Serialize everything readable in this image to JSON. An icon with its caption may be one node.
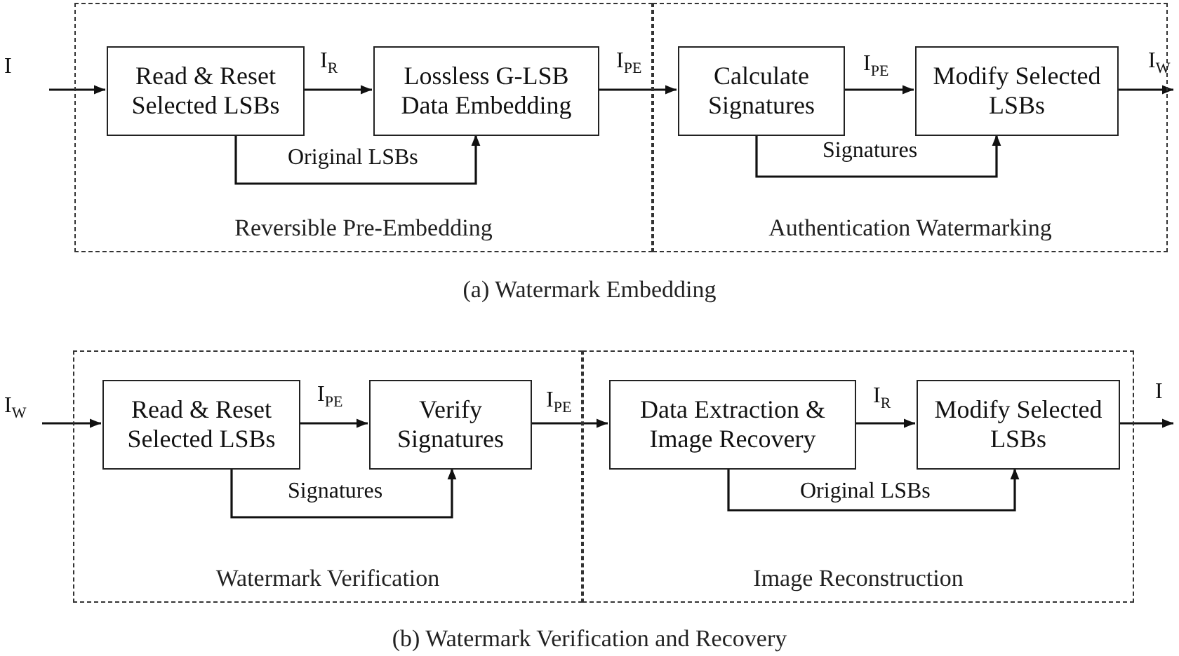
{
  "diagram": {
    "nodes": [
      {
        "text": [
          "Reversible Pre-Embedding"
        ]
      },
      {
        "text": [
          "Read & Reset Selected LSBs"
        ],
        "in": 0
      },
      {
        "text": [
          "Lossless G-LSB Data Embedding"
        ],
        "in": 0
      },
      {
        "text": [
          "Authentication Watermarking"
        ]
      },
      {
        "text": [
          "Calculate Signatures"
        ],
        "in": 3
      },
      {
        "text": [
          "Modify Selected LSBs"
        ],
        "in": 3
      },
      {
        "text": [
          "Watermark Verification"
        ]
      },
      {
        "text": [
          "Read & Reset Selected LSBs"
        ],
        "in": 6
      },
      {
        "text": [
          "Verify Signatures"
        ],
        "in": 6
      },
      {
        "text": [
          "Image Reconstruction"
        ]
      },
      {
        "text": [
          "Data Extraction & Image Recovery"
        ],
        "in": 9
      },
      {
        "text": [
          "Modify Selected LSBs"
        ],
        "in": 9
      }
    ],
    "edges": [
      {
        "from": null,
        "to": 1,
        "arrow": "to",
        "label": "I"
      },
      {
        "from": 1,
        "to": 2,
        "arrow": "to",
        "label": "I$_{R}$"
      },
      {
        "from": 2,
        "to": 4,
        "arrow": "to",
        "label": "I$_{PE}$"
      },
      {
        "from": 4,
        "to": 5,
        "arrow": "to",
        "label": "I$_{PE}$"
      },
      {
        "from": 5,
        "to": null,
        "arrow": "to",
        "label": "I$_{W}$"
      },
      {
        "from": 1,
        "to": 2,
        "arrow": "to",
        "label": "Original LSBs"
      },
      {
        "from": 4,
        "to": 5,
        "arrow": "to",
        "label": "Signatures"
      },
      {
        "from": null,
        "to": 7,
        "arrow": "to",
        "label": "I$_{W}$"
      },
      {
        "from": 7,
        "to": 8,
        "arrow": "to",
        "label": "I$_{PE}$"
      },
      {
        "from": 8,
        "to": 10,
        "arrow": "to",
        "label": "I$_{PE}$"
      },
      {
        "from": 10,
        "to": 11,
        "arrow": "to",
        "label": "I$_{R}$"
      },
      {
        "from": 11,
        "to": null,
        "arrow": "to",
        "label": "I"
      },
      {
        "from": 7,
        "to": 8,
        "arrow": "to",
        "label": "Signatures"
      },
      {
        "from": 10,
        "to": 11,
        "arrow": "to",
        "label": "Original LSBs"
      }
    ],
    "labels": [
      "(a) Watermark Embedding",
      "(b) Watermark Verification and Recovery"
    ]
  }
}
